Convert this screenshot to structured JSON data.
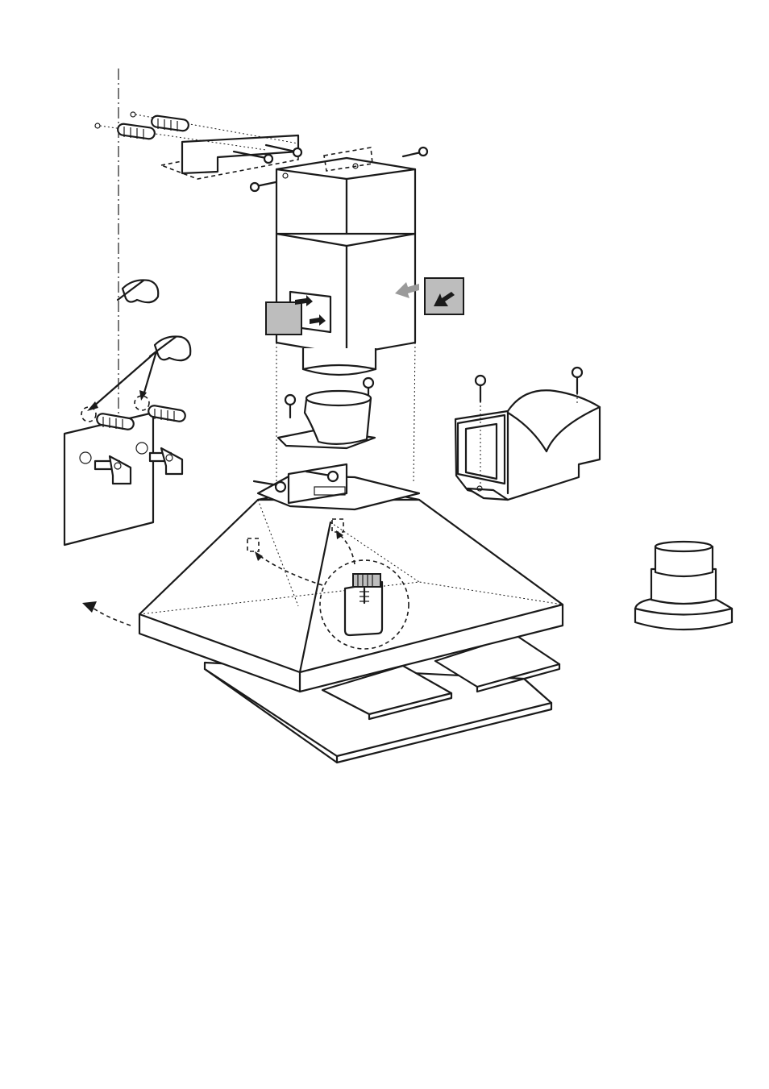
{
  "diagram": {
    "type": "exploded-assembly-illustration",
    "text_labels": [],
    "components": [
      "wall-bracket",
      "wall-plugs",
      "screws",
      "chimney-cover",
      "air-outlet-adapter",
      "canopy-hood",
      "grease-filters",
      "deflector-outlet",
      "round-reducer",
      "support-brackets"
    ],
    "colors": {
      "line": "#1a1a1a",
      "panel_fill": "#bdbdbd",
      "background": "#ffffff"
    }
  }
}
